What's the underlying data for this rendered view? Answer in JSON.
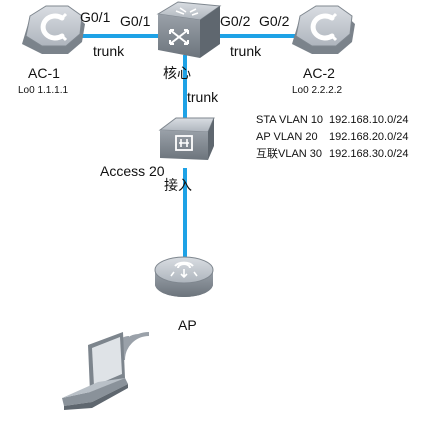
{
  "devices": {
    "ac1": {
      "name": "AC-1",
      "loopback": "Lo0 1.1.1.1",
      "icon": "ac-router-icon"
    },
    "ac2": {
      "name": "AC-2",
      "loopback": "Lo0 2.2.2.2",
      "icon": "ac-router-icon"
    },
    "core": {
      "name": "核心",
      "icon": "core-switch-icon"
    },
    "access": {
      "name": "Access 20",
      "role": "接入",
      "icon": "access-switch-icon"
    },
    "ap": {
      "name": "AP",
      "icon": "wireless-ap-icon"
    },
    "laptop": {
      "icon": "wireless-laptop-icon"
    }
  },
  "ports": {
    "ac1_side": "G0/1",
    "core_left": "G0/1",
    "core_right": "G0/2",
    "ac2_side": "G0/2"
  },
  "links": {
    "ac1_core": "trunk",
    "core_ac2": "trunk",
    "core_access": "trunk"
  },
  "vlans": [
    {
      "name": "STA VLAN 10",
      "subnet": "192.168.10.0/24"
    },
    {
      "name": "AP VLAN 20",
      "subnet": "192.168.20.0/24"
    },
    {
      "name": "互联VLAN 30",
      "subnet": "192.168.30.0/24"
    }
  ],
  "colors": {
    "link": "#1ea2e6",
    "device_top": "#c4c9cf",
    "device_side": "#8d949c",
    "device_dark": "#6b737c"
  }
}
